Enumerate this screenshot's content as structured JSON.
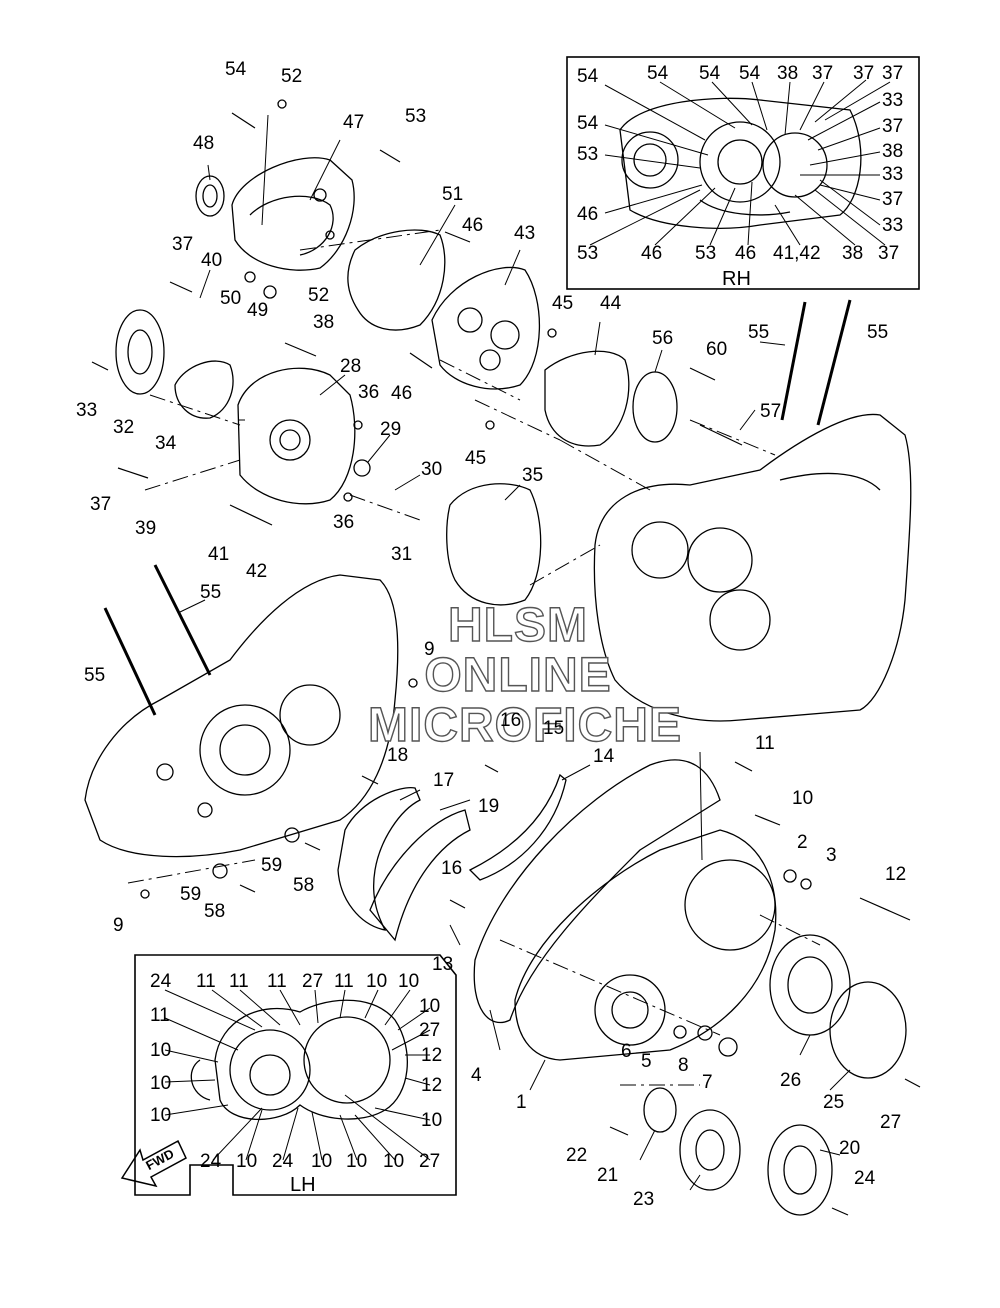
{
  "inset_rh": {
    "title": "RH",
    "labels": [
      "54",
      "54",
      "54",
      "54",
      "38",
      "37",
      "37",
      "37",
      "54",
      "33",
      "37",
      "53",
      "38",
      "33",
      "46",
      "37",
      "53",
      "46",
      "53",
      "46",
      "41,42",
      "38",
      "37",
      "33"
    ]
  },
  "inset_lh": {
    "title": "LH",
    "labels": [
      "24",
      "11",
      "11",
      "11",
      "27",
      "11",
      "10",
      "10",
      "11",
      "10",
      "27",
      "10",
      "12",
      "10",
      "12",
      "10",
      "10",
      "24",
      "10",
      "24",
      "10",
      "10",
      "10",
      "27"
    ]
  },
  "main_labels": [
    "54",
    "52",
    "47",
    "53",
    "48",
    "51",
    "46",
    "43",
    "37",
    "40",
    "50",
    "49",
    "52",
    "45",
    "44",
    "38",
    "56",
    "60",
    "55",
    "55",
    "33",
    "32",
    "34",
    "28",
    "36",
    "46",
    "57",
    "29",
    "37",
    "39",
    "30",
    "45",
    "35",
    "41",
    "42",
    "36",
    "31",
    "55",
    "55",
    "9",
    "16",
    "15",
    "18",
    "17",
    "14",
    "11",
    "19",
    "10",
    "2",
    "3",
    "59",
    "58",
    "9",
    "59",
    "58",
    "16",
    "12",
    "13",
    "6",
    "5",
    "8",
    "7",
    "4",
    "26",
    "1",
    "25",
    "27",
    "22",
    "21",
    "23",
    "20",
    "24"
  ],
  "watermark": {
    "line1": "HLSM",
    "line2": "ONLINE",
    "line3": "MICROFICHE"
  },
  "fwd": {
    "text": "FWD"
  }
}
